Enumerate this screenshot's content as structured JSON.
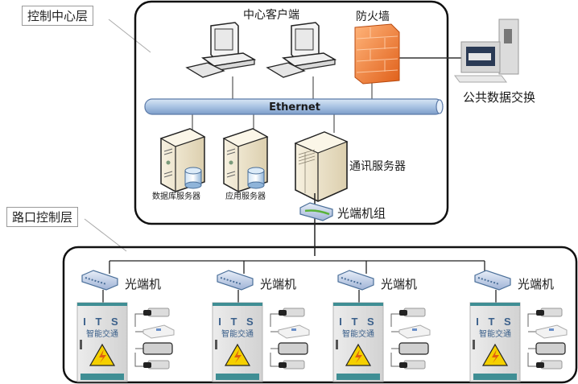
{
  "layers": {
    "control_center": {
      "label": "控制中心层"
    },
    "intersection": {
      "label": "路口控制层"
    }
  },
  "control_center": {
    "clients_label": "中心客户端",
    "firewall_label": "防火墙",
    "public_exchange_label": "公共数据交换",
    "bus_label": "Ethernet",
    "db_server_label": "数据库服务器",
    "app_server_label": "应用服务器",
    "comm_server_label": "通讯服务器",
    "fiber_group_label": "光端机组"
  },
  "intersections": [
    {
      "switch_label": "光端机",
      "cabinet": {
        "brand": "I T S",
        "subtitle": "智能交通"
      }
    },
    {
      "switch_label": "光端机",
      "cabinet": {
        "brand": "I T S",
        "subtitle": "智能交通"
      }
    },
    {
      "switch_label": "光端机",
      "cabinet": {
        "brand": "I T S",
        "subtitle": "智能交通"
      }
    },
    {
      "switch_label": "光端机",
      "cabinet": {
        "brand": "I T S",
        "subtitle": "智能交通"
      }
    }
  ],
  "colors": {
    "bus_fill": "#a9c3e3",
    "bus_stroke": "#5b7aa8",
    "firewall": "#f07a2e",
    "server_beige": "#efe6cf",
    "cabinet_gray": "#e3e3e3",
    "cabinet_teal": "#3f8e94",
    "warning_yellow": "#f5d000"
  }
}
